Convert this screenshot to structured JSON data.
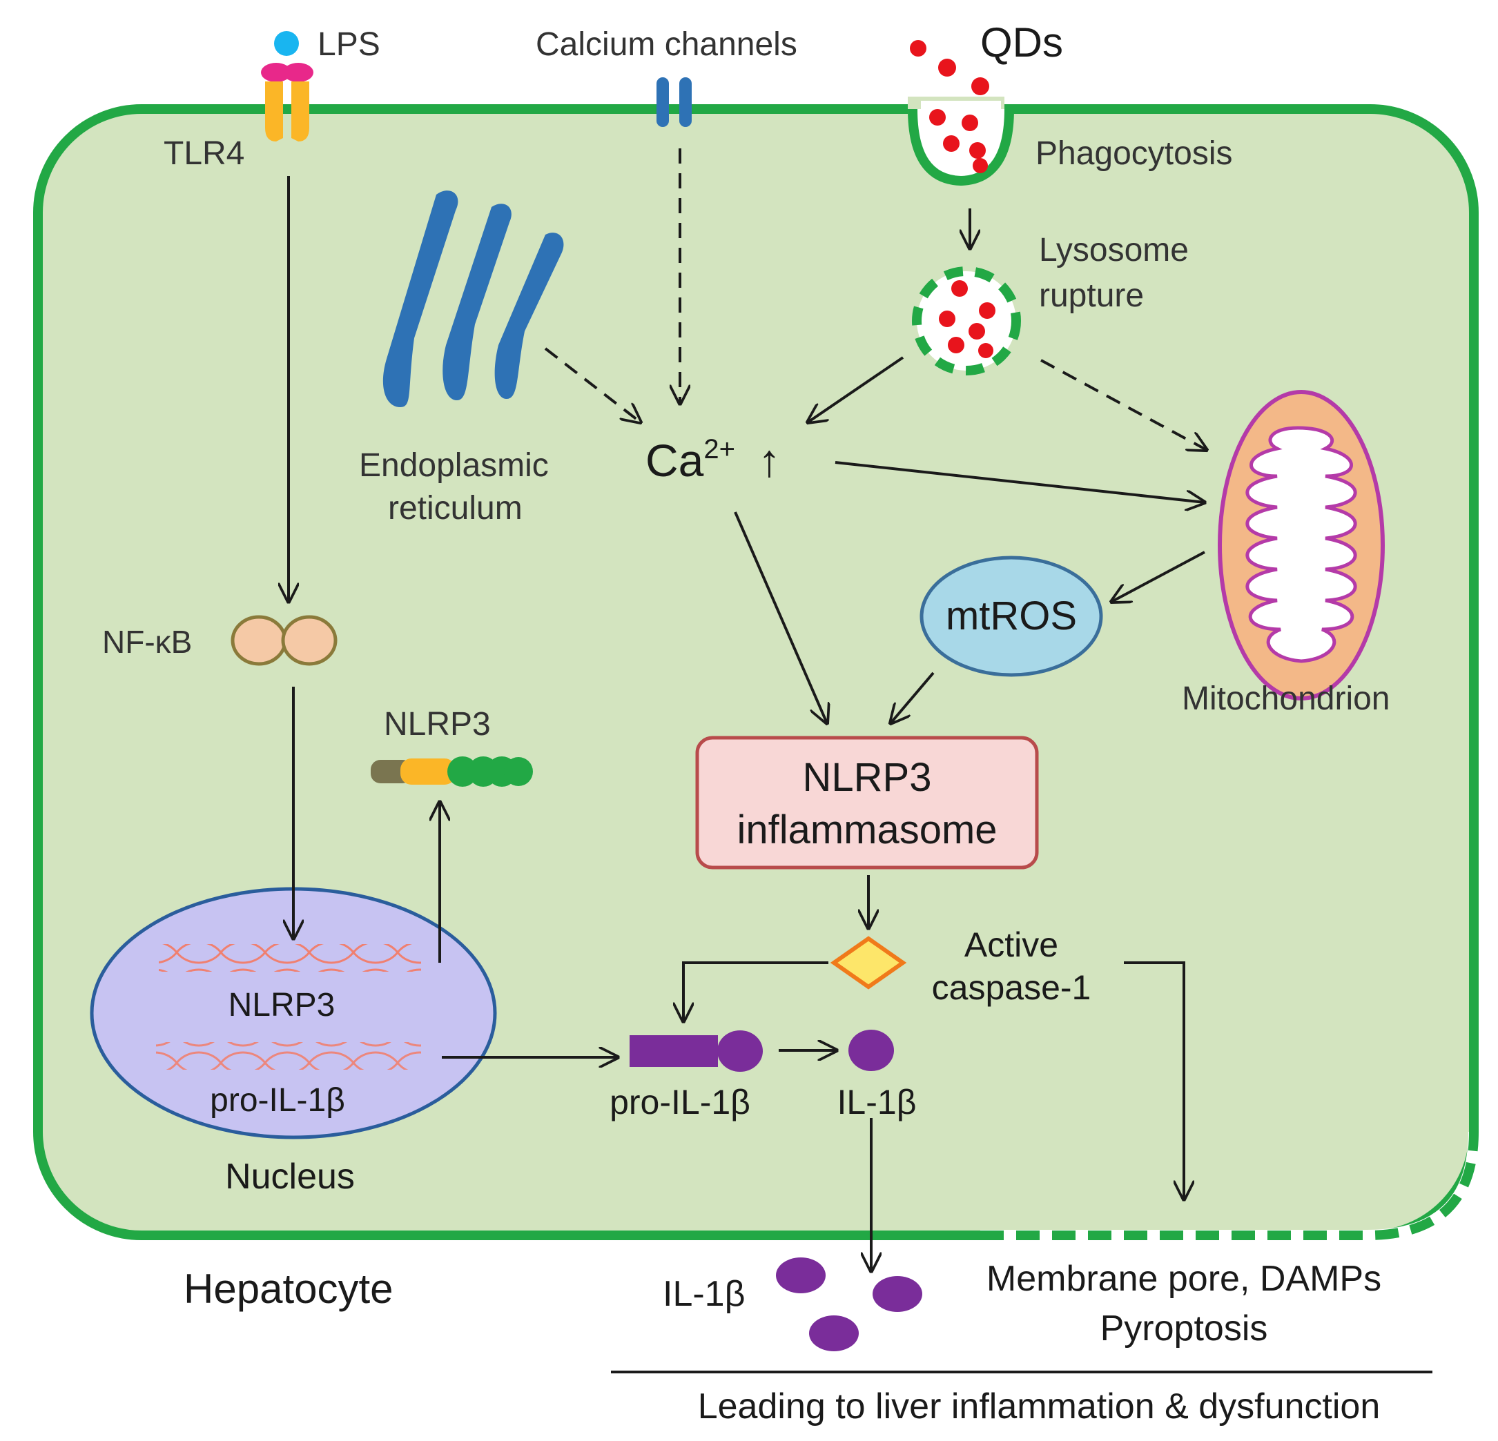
{
  "labels": {
    "lps": "LPS",
    "tlr4": "TLR4",
    "calcium_channels": "Calcium channels",
    "qds": "QDs",
    "phagocytosis": "Phagocytosis",
    "lysosome_line1": "Lysosome",
    "lysosome_line2": "rupture",
    "er_line1": "Endoplasmic",
    "er_line2": "reticulum",
    "ca_base": "Ca",
    "ca_sup": "2+",
    "ca_arrow": "↑",
    "mitochondrion": "Mitochondrion",
    "mtros": "mtROS",
    "nfkb": "NF-κB",
    "nlrp3_protein": "NLRP3",
    "inflammasome_line1": "NLRP3",
    "inflammasome_line2": "inflammasome",
    "caspase_line1": "Active",
    "caspase_line2": "caspase-1",
    "nucleus_gene1": "NLRP3",
    "nucleus_gene2": "pro-IL-1β",
    "nucleus": "Nucleus",
    "pro_il1b": "pro-IL-1β",
    "il1b": "IL-1β",
    "il1b_released": "IL-1β",
    "hepatocyte": "Hepatocyte",
    "membrane_pore": "Membrane pore, DAMPs",
    "pyroptosis": "Pyroptosis",
    "conclusion": "Leading to liver inflammation & dysfunction"
  },
  "colors": {
    "cell_fill": "#d3e4bf",
    "cell_border": "#22a845",
    "er": "#2e72b5",
    "qd": "#e8141c",
    "mito_outer": "#b43aa8",
    "mito_fill": "#f3b888",
    "mtros_fill": "#a8d8e8",
    "mtros_border": "#3a6e9a",
    "inflammasome_fill": "#f8d7d6",
    "inflammasome_border": "#b84b4b",
    "nucleus_fill": "#c7c3f2",
    "nucleus_border": "#2a5d9c",
    "il1b": "#7a2d9a",
    "nfkb_fill": "#f5c9a6",
    "nfkb_border": "#8a7a3a",
    "caspase_fill": "#fde66a",
    "caspase_border": "#f07a1a",
    "lps": "#19b5f0",
    "tlr4_head": "#e8288a",
    "tlr4_body": "#fbb627"
  }
}
